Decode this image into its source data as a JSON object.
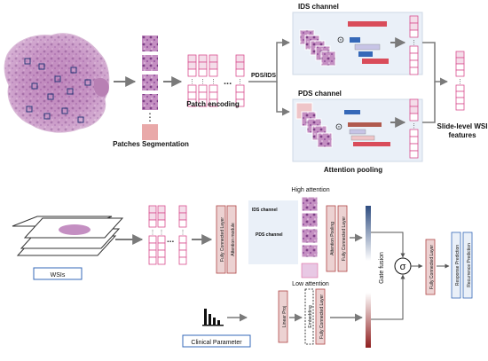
{
  "colors": {
    "pink": "#d94f8f",
    "pink_fill": "#f4dde9",
    "channel_box": "#eaf0f8",
    "arrow": "#7a7a7a",
    "bar_red": "#d94c5a",
    "bar_blue": "#3568b8",
    "bar_brown": "#b05a4e",
    "bar_pink": "#efc5c8",
    "bar_lilac": "#c7c4e6",
    "bar_lightblue": "#9dbbe0",
    "layer_fill": "#ecd2d2",
    "layer_border": "#b04545",
    "gradient_blue": "#2f4d80",
    "gradient_red": "#8f1f1f"
  },
  "top": {
    "patches_label": "Patches Segmentation",
    "patch_encoding_label": "Patch encoding",
    "pds_ids_label": "PDS/IDS",
    "ids_channel_title": "IDS channel",
    "pds_channel_title": "PDS channel",
    "attention_pooling_label": "Attention pooling",
    "slide_features_line1": "Slide-level WSI",
    "slide_features_line2": "features",
    "dot_symbol": "⊙",
    "ellipsis": "...",
    "vdots": "⋮"
  },
  "bottom": {
    "wsis_label": "WSIs",
    "fc_attention_label": "Fully Connected Layer",
    "attention_module_label": "Attention module",
    "ids_channel_label": "IDS channel",
    "pds_channel_label": "PDS channel",
    "high_attention_label": "High attention",
    "low_attention_label": "Low attention",
    "attention_pooling_label": "Attention Pooling",
    "fc_after_pool_label": "Fully Connected Layer",
    "gate_fusion_label": "Gate fusion",
    "sigma_symbol": "σ",
    "fc_final_label": "Fully Connected Layer",
    "response_label": "Response Prediction",
    "recurrence_label": "Recurrence Prediction",
    "clinical_label": "Clinical Parameter",
    "linear_proj_label": "Linear Proj",
    "embedding_label": "Embedding",
    "fc_clinical_label": "Fully Connected Layer",
    "ellipsis": "..."
  }
}
